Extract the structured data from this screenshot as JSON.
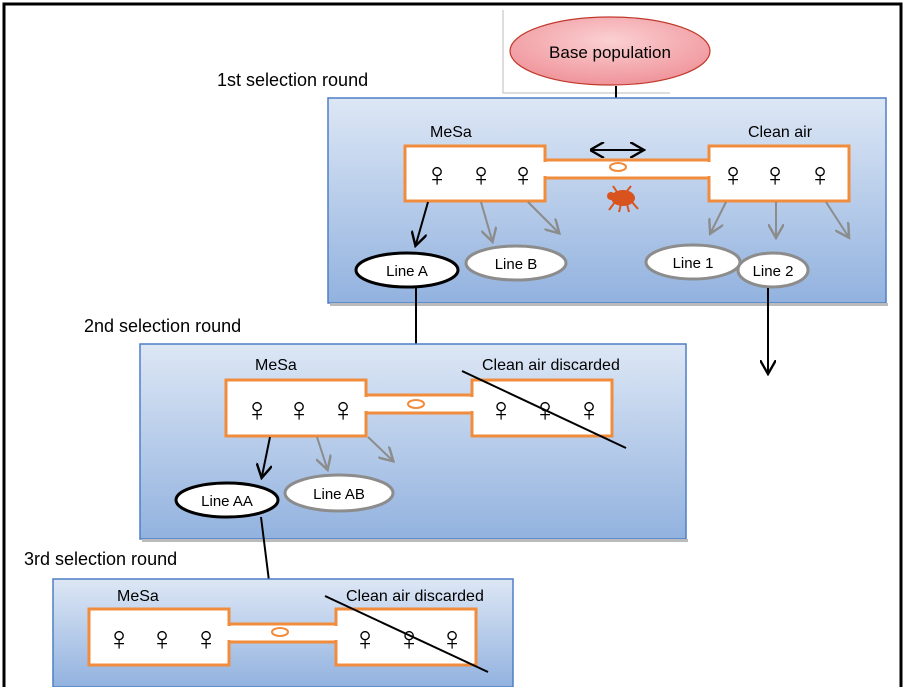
{
  "base": {
    "label": "Base population"
  },
  "rounds": [
    {
      "title": "1st selection round",
      "left_label": "MeSa",
      "right_label": "Clean air"
    },
    {
      "title": "2nd selection round",
      "left_label": "MeSa",
      "right_label": "Clean air discarded"
    },
    {
      "title": "3rd selection round",
      "left_label": "MeSa",
      "right_label": "Clean air discarded"
    }
  ],
  "lines": {
    "round1": [
      "Line A",
      "Line B",
      "Line 1",
      "Line 2"
    ],
    "round2": [
      "Line AA",
      "Line AB"
    ]
  },
  "symbols": {
    "female": "♀"
  },
  "colors": {
    "chamber_border": "#F08C3C",
    "panel_border": "#5A86C8",
    "panel_top": "#DCE6F4",
    "panel_bottom": "#93B3E0",
    "base_fill": "#F5A3A8",
    "base_border": "#C0392B",
    "mite": "#D9531E",
    "arrow_black": "#000000",
    "arrow_gray": "#8C8C8C",
    "line_gray": "#8C8C8C"
  }
}
